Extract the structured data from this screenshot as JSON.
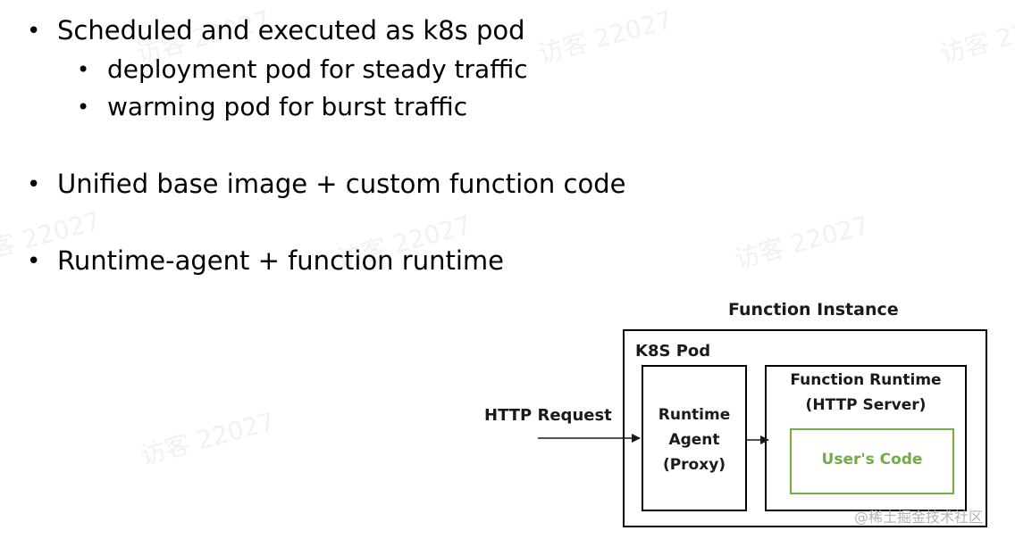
{
  "bullets": [
    {
      "text": "Scheduled and executed as k8s pod"
    },
    {
      "text": "deployment pod for steady traffic"
    },
    {
      "text": "warming pod for burst traffic"
    },
    {
      "text": "Unified base image + custom function code"
    },
    {
      "text": "Runtime-agent + function runtime"
    }
  ],
  "bullet_glyph": "•",
  "diagram": {
    "instance_title": "Function Instance",
    "pod_title": "K8S Pod",
    "request_label": "HTTP Request",
    "agent": {
      "line1": "Runtime",
      "line2": "Agent",
      "line3": "(Proxy)"
    },
    "runtime": {
      "line1": "Function Runtime",
      "line2": "(HTTP Server)"
    },
    "user_code": "User's Code",
    "colors": {
      "box_border": "#000000",
      "user_code_accent": "#70ad47"
    }
  },
  "watermark_text": "访客 22027",
  "credit": "@稀土掘金技术社区"
}
